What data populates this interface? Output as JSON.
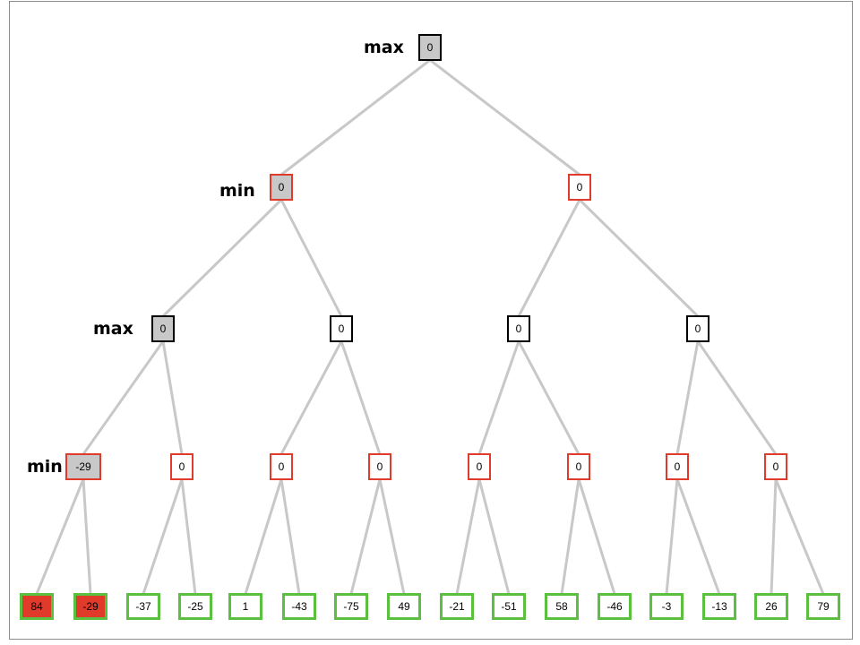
{
  "level_labels": {
    "root": "max",
    "level1": "min",
    "level2": "max",
    "level3": "min"
  },
  "colors": {
    "max_border": "#000000",
    "min_border": "#e03a2b",
    "leaf_border": "#5bbf3f",
    "visited_fill": "#c8c8c8",
    "pruned_leaf_fill": "#e03a2b",
    "edge": "#c8c8c8"
  },
  "tree": {
    "root": {
      "value": "0",
      "kind": "max",
      "visited": true
    },
    "level1": [
      {
        "value": "0",
        "kind": "min",
        "visited": true
      },
      {
        "value": "0",
        "kind": "min",
        "visited": false
      }
    ],
    "level2": [
      {
        "value": "0",
        "kind": "max",
        "visited": true
      },
      {
        "value": "0",
        "kind": "max",
        "visited": false
      },
      {
        "value": "0",
        "kind": "max",
        "visited": false
      },
      {
        "value": "0",
        "kind": "max",
        "visited": false
      }
    ],
    "level3": [
      {
        "value": "-29",
        "kind": "min",
        "visited": true
      },
      {
        "value": "0",
        "kind": "min",
        "visited": false
      },
      {
        "value": "0",
        "kind": "min",
        "visited": false
      },
      {
        "value": "0",
        "kind": "min",
        "visited": false
      },
      {
        "value": "0",
        "kind": "min",
        "visited": false
      },
      {
        "value": "0",
        "kind": "min",
        "visited": false
      },
      {
        "value": "0",
        "kind": "min",
        "visited": false
      },
      {
        "value": "0",
        "kind": "min",
        "visited": false
      }
    ],
    "leaves": [
      {
        "value": "84",
        "highlighted": true
      },
      {
        "value": "-29",
        "highlighted": true
      },
      {
        "value": "-37",
        "highlighted": false
      },
      {
        "value": "-25",
        "highlighted": false
      },
      {
        "value": "1",
        "highlighted": false
      },
      {
        "value": "-43",
        "highlighted": false
      },
      {
        "value": "-75",
        "highlighted": false
      },
      {
        "value": "49",
        "highlighted": false
      },
      {
        "value": "-21",
        "highlighted": false
      },
      {
        "value": "-51",
        "highlighted": false
      },
      {
        "value": "58",
        "highlighted": false
      },
      {
        "value": "-46",
        "highlighted": false
      },
      {
        "value": "-3",
        "highlighted": false
      },
      {
        "value": "-13",
        "highlighted": false
      },
      {
        "value": "26",
        "highlighted": false
      },
      {
        "value": "79",
        "highlighted": false
      }
    ]
  }
}
